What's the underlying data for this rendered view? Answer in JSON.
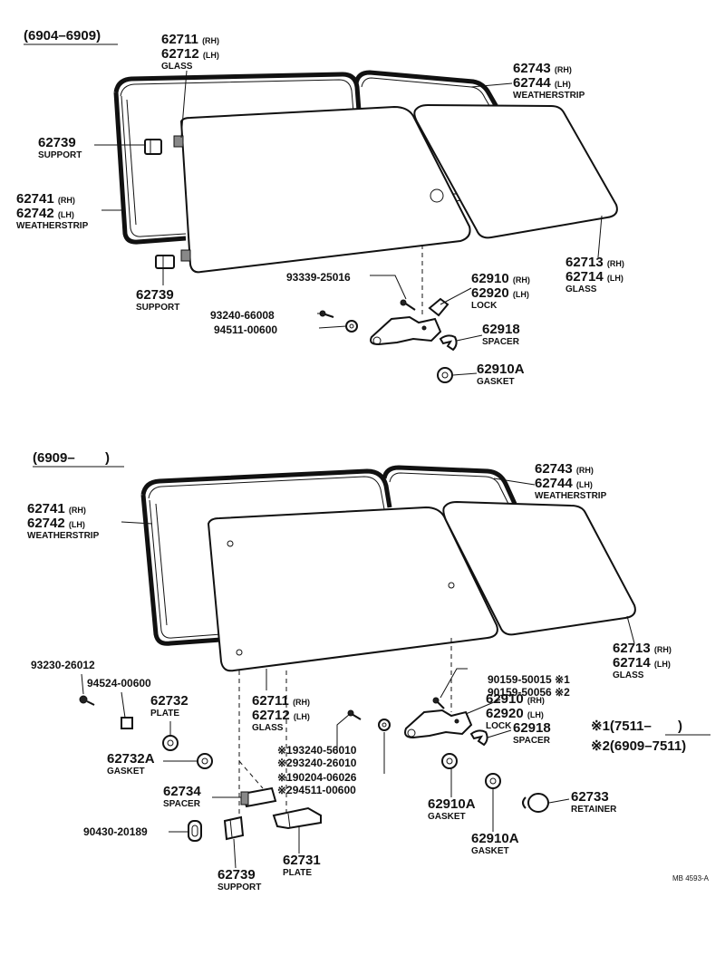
{
  "sections": [
    {
      "range": "(6904–6909)"
    },
    {
      "range": "(6909–        )"
    }
  ],
  "labels": [
    {
      "lines": [
        "62711 (RH)",
        "62712 (LH)"
      ],
      "name": "GLASS"
    },
    {
      "lines": [
        "62743 (RH)",
        "62744 (LH)"
      ],
      "name": "WEATHERSTRIP"
    },
    {
      "lines": [
        "62739"
      ],
      "name": "SUPPORT"
    },
    {
      "lines": [
        "62741 (RH)",
        "62742 (LH)"
      ],
      "name": "WEATHERSTRIP"
    },
    {
      "lines": [
        "62739"
      ],
      "name": "SUPPORT"
    },
    {
      "lines": [
        "62713 (RH)",
        "62714 (LH)"
      ],
      "name": "GLASS"
    },
    {
      "lines": [
        "93339-25016"
      ],
      "name": ""
    },
    {
      "lines": [
        "62910 (RH)",
        "62920 (LH)"
      ],
      "name": "LOCK"
    },
    {
      "lines": [
        "93240-66008"
      ],
      "name": ""
    },
    {
      "lines": [
        "94511-00600"
      ],
      "name": ""
    },
    {
      "lines": [
        "62918"
      ],
      "name": "SPACER"
    },
    {
      "lines": [
        "62910A"
      ],
      "name": "GASKET"
    },
    {
      "lines": [
        "62743 (RH)",
        "62744 (LH)"
      ],
      "name": "WEATHERSTRIP"
    },
    {
      "lines": [
        "62741 (RH)",
        "62742 (LH)"
      ],
      "name": "WEATHERSTRIP"
    },
    {
      "lines": [
        "62713 (RH)",
        "62714 (LH)"
      ],
      "name": "GLASS"
    },
    {
      "lines": [
        "93230-26012"
      ],
      "name": ""
    },
    {
      "lines": [
        "94524-00600"
      ],
      "name": ""
    },
    {
      "lines": [
        "62732"
      ],
      "name": "PLATE"
    },
    {
      "lines": [
        "62711 (RH)",
        "62712 (LH)"
      ],
      "name": "GLASS"
    },
    {
      "lines": [
        "90159-50015 ※1",
        "90159-50056 ※2"
      ],
      "name": ""
    },
    {
      "lines": [
        "62910 (RH)",
        "62920 (LH)"
      ],
      "name": "LOCK"
    },
    {
      "lines": [
        "62918"
      ],
      "name": "SPACER"
    },
    {
      "lines": [
        "62732A"
      ],
      "name": "GASKET"
    },
    {
      "lines": [
        "※193240-56010",
        "※293240-26010"
      ],
      "name": ""
    },
    {
      "lines": [
        "※190204-06026",
        "※294511-00600"
      ],
      "name": ""
    },
    {
      "lines": [
        "62734"
      ],
      "name": "SPACER"
    },
    {
      "lines": [
        "62910A"
      ],
      "name": "GASKET"
    },
    {
      "lines": [
        "62733"
      ],
      "name": "RETAINER"
    },
    {
      "lines": [
        "90430-20189"
      ],
      "name": ""
    },
    {
      "lines": [
        "62910A"
      ],
      "name": "GASKET"
    },
    {
      "lines": [
        "62731"
      ],
      "name": "PLATE"
    },
    {
      "lines": [
        "62739"
      ],
      "name": "SUPPORT"
    }
  ],
  "notes": [
    {
      "text": "※1(7511–       )"
    },
    {
      "text": "※2(6909–7511)"
    }
  ],
  "drawing_code": "MB 4593-A"
}
